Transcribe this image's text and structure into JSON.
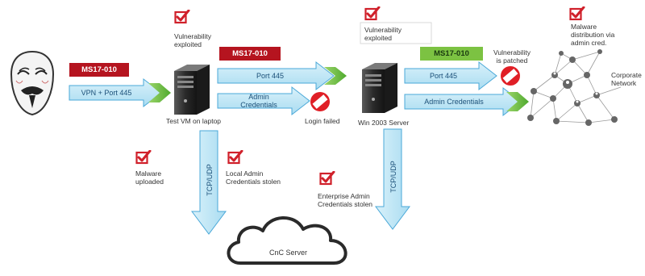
{
  "labels": {
    "vuln_exploited_1": "Vulnerability\nexploited",
    "vuln_exploited_2": "Vulnerability\nexploited",
    "malware_distribution": "Malware\ndistribution via\nadmin cred.",
    "corporate_network": "Corporate\nNetwork",
    "vuln_patched": "Vulnerability\nis patched",
    "test_vm": "Test VM on laptop",
    "login_failed": "Login failed",
    "win2003": "Win 2003 Server",
    "malware_uploaded": "Malware\nuploaded",
    "local_admin_stolen": "Local Admin\nCredentials stolen",
    "enterprise_admin_stolen": "Enterprise Admin\nCredentials stolen",
    "cnc_server": "CnC Server"
  },
  "tags": {
    "ms17_1": "MS17-010",
    "ms17_2": "MS17-010",
    "ms17_3": "MS17-010"
  },
  "arrows": {
    "vpn_port": "VPN + Port 445",
    "port445_1": "Port 445",
    "admin_cred_1": "Admin\nCredentials",
    "port445_2": "Port 445",
    "admin_cred_2": "Admin Credentials",
    "tcpudp_1": "TCP/UDP",
    "tcpudp_2": "TCP/UDP"
  },
  "colors": {
    "red": "#b5141f",
    "green": "#7cc242",
    "arrow_fill": "#bfe6f5",
    "arrow_stroke": "#4aa8d8",
    "check_red": "#d0202a"
  },
  "icons": {
    "check": "red-checkbox-icon",
    "no": "no-entry-icon",
    "attacker": "anonymous-mask-icon",
    "server": "server-tower-icon",
    "cloud": "cloud-icon",
    "network": "network-graph-icon"
  }
}
